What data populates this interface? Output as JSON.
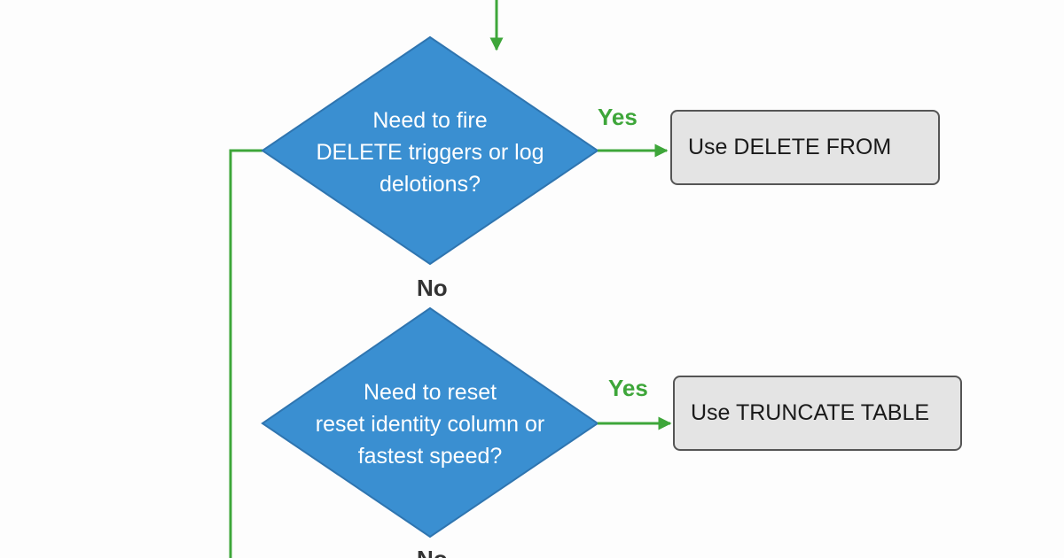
{
  "flowchart": {
    "decisions": [
      {
        "lines": [
          "Need to fire",
          "DELETE triggers or log",
          "delotions?"
        ],
        "yes_label": "Yes",
        "no_label": "No",
        "action": "Use DELETE FROM"
      },
      {
        "lines": [
          "Need to reset",
          "reset identity column or",
          "fastest speed?"
        ],
        "yes_label": "Yes",
        "no_label": "No",
        "action": "Use TRUNCATE TABLE"
      }
    ]
  },
  "colors": {
    "diamond_fill": "#3a8fd1",
    "diamond_stroke": "#2f75b0",
    "connector": "#3ea63a",
    "yes_label": "#3ea63a",
    "box_fill": "#e4e4e4",
    "box_border": "#555555"
  }
}
